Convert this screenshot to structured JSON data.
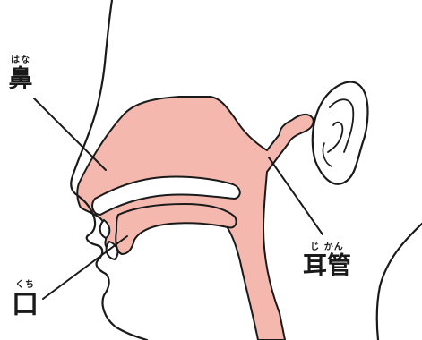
{
  "diagram": {
    "labels": {
      "nose": {
        "ruby": "はな",
        "text": "鼻"
      },
      "mouth": {
        "ruby": "くち",
        "text": "口"
      },
      "eustachian_tube": {
        "ruby": "じ かん",
        "text": "耳管"
      }
    },
    "colors": {
      "outline": "#1a1a1a",
      "cavity_fill": "#f4b8ae",
      "background": "#ffffff"
    }
  }
}
